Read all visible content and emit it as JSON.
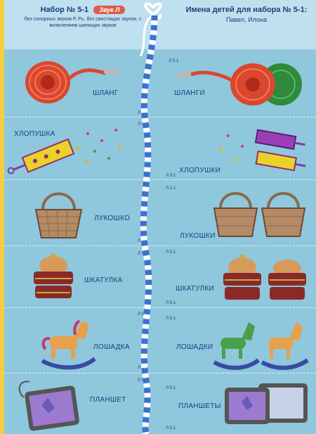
{
  "header": {
    "set_title": "Набор № 5-1",
    "sound_badge": "Звук Л",
    "set_desc": "без сонорных звуков Р, Рь, без свистящих звуков, с включением шипящих звуков",
    "names_title": "Имена детей для набора № 5-1:",
    "names_value": "Павел, Илона"
  },
  "codes": {
    "c1": "Л 5-1",
    "c2": "Л 5-1",
    "c3": "Л 5-1",
    "c4": "Л 5-1",
    "c5": "Л 2-1",
    "c6": "Л 5-1",
    "c7": "Л 5-1",
    "c8": "Л 5-1",
    "c9": "Л 5-1",
    "c10": "Л 5-1",
    "c11": "Л 5-1",
    "c12": "Л 5-1",
    "c13": "Л 5-1",
    "c14": "Л 5-1",
    "c15": "Л 5-1"
  },
  "words_left": {
    "w1": "ШЛАНГ",
    "w2": "ХЛОПУШКА",
    "w3": "ЛУКОШКО",
    "w4": "ШКАТУЛКА",
    "w5": "ЛОШАДКА",
    "w6": "ПЛАНШЕТ"
  },
  "words_right": {
    "w1": "ШЛАНГИ",
    "w2": "ХЛОПУШКИ",
    "w3": "ЛУКОШКИ",
    "w4": "ШКАТУЛКИ",
    "w5": "ЛОШАДКИ",
    "w6": "ПЛАНШЕТЫ"
  },
  "colors": {
    "sheet": "#8fc7dd",
    "edge": "#f3cf3f",
    "text": "#1a3f7a",
    "badge": "#e05a4a"
  }
}
